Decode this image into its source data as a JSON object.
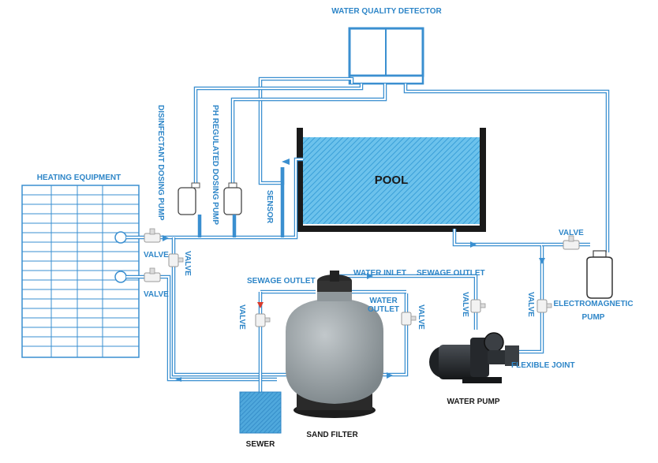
{
  "labels": {
    "water_quality_detector": "WATER QUALITY DETECTOR",
    "heating_equipment": "HEATING EQUIPMENT",
    "disinfectant_dosing_pump": "DISINFECTANT DOSING PUMP",
    "ph_regulated_dosing_pump": "PH REGULATED DOSING PUMP",
    "sensor": "SENSOR",
    "pool": "POOL",
    "valve": "VALVE",
    "sewage_outlet": "SEWAGE OUTLET",
    "water_inlet": "WATER INLET",
    "water_outlet_line1": "WATER",
    "water_outlet_line2": "OUTLET",
    "electromagnetic_line1": "ELECTROMAGNETIC",
    "electromagnetic_line2": "PUMP",
    "flexible_joint": "FLEXIBLE JOINT",
    "water_pump": "WATER PUMP",
    "sand_filter": "SAND FILTER",
    "sewer": "SEWER"
  },
  "colors": {
    "pipe": "#3a8fd0",
    "accent_text": "#2e86c8",
    "pool_water": "#5ab8e6",
    "pool_wall": "#1a1a1a",
    "filter_tank": "#9aa2a5",
    "arrow_red": "#d93a2b"
  }
}
